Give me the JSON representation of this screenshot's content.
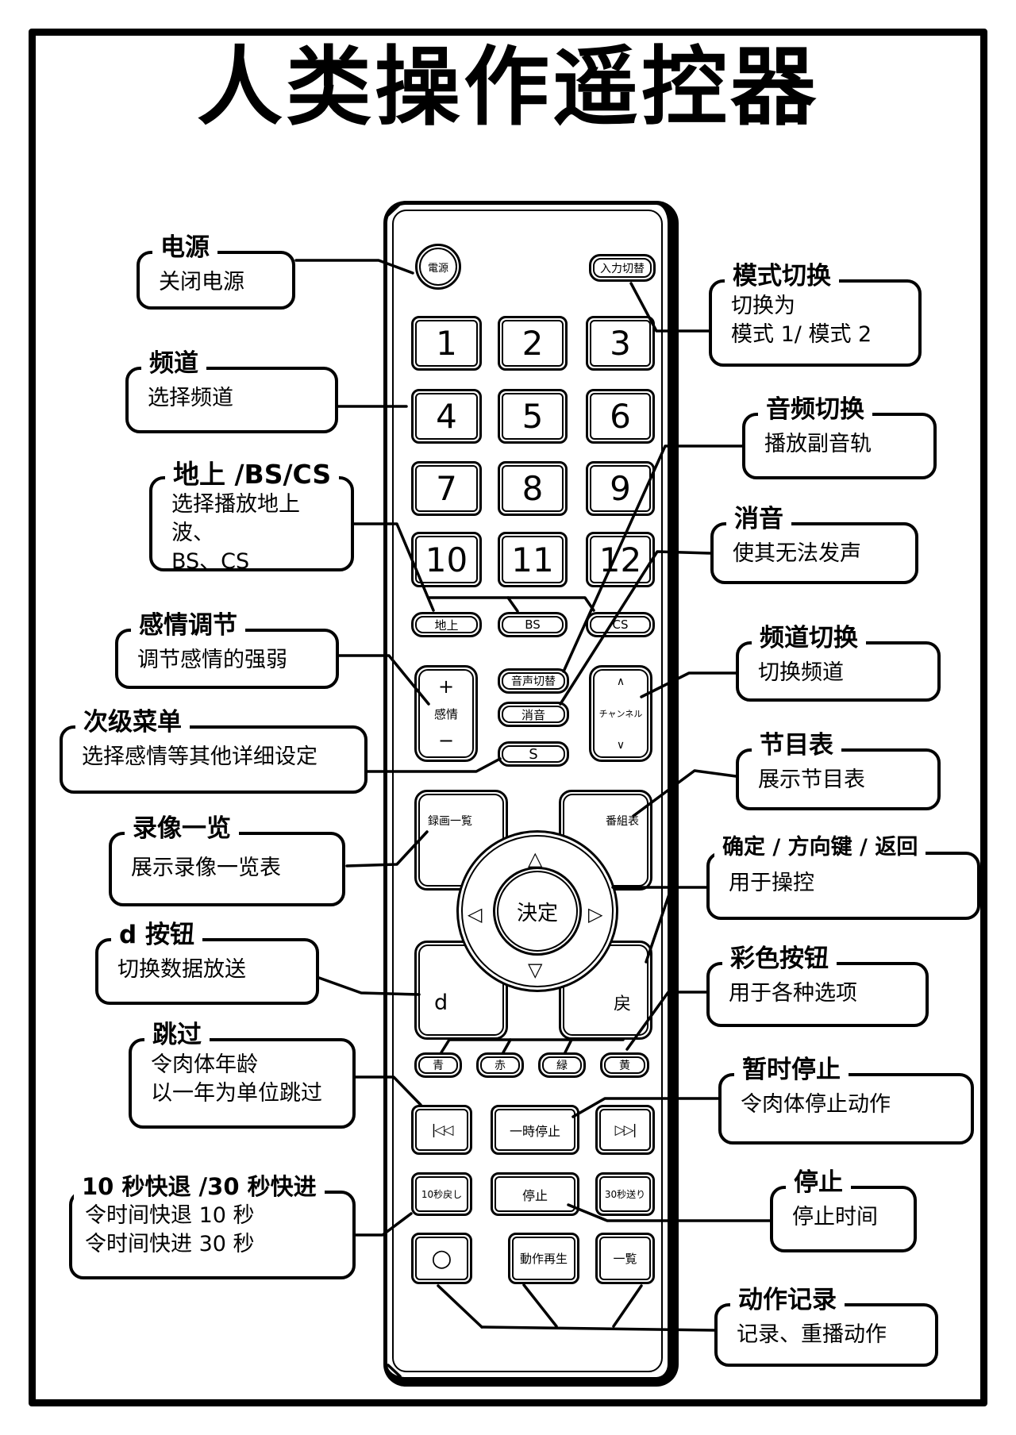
{
  "page_title": "人类操作遥控器",
  "remote": {
    "power": "電源",
    "input_switch": "入力切替",
    "numbers": [
      "1",
      "2",
      "3",
      "4",
      "5",
      "6",
      "7",
      "8",
      "9",
      "10",
      "11",
      "12"
    ],
    "bands": [
      "地上",
      "BS",
      "CS"
    ],
    "emotion": {
      "plus": "+",
      "label": "感情",
      "minus": "−"
    },
    "audio_switch": "音声切替",
    "mute": "消音",
    "s": "S",
    "channel": {
      "up": "∧",
      "label": "チャンネル",
      "down": "∨"
    },
    "rec_list": "録画一覧",
    "guide": "番組表",
    "ok": "決定",
    "arrows": {
      "up": "△",
      "down": "▽",
      "left": "◁",
      "right": "▷"
    },
    "d": "d",
    "back": "戻",
    "colors": [
      "青",
      "赤",
      "緑",
      "黄"
    ],
    "skip_back": "|◁◁",
    "pause": "一時停止",
    "skip_fwd": "▷▷|",
    "rew10": "10秒戻し",
    "stop": "停止",
    "fwd30": "30秒送り",
    "record": "○",
    "motion_play": "動作再生",
    "list": "一覧"
  },
  "callouts": {
    "power": {
      "title": "电源",
      "lines": [
        "关闭电源"
      ]
    },
    "channel_numbers": {
      "title": "频道",
      "lines": [
        "选择频道"
      ]
    },
    "band": {
      "title": "地上 /BS/CS",
      "lines": [
        "选择播放地上波、",
        "BS、CS"
      ]
    },
    "emotion": {
      "title": "感情调节",
      "lines": [
        "调节感情的强弱"
      ]
    },
    "submenu": {
      "title": "次级菜单",
      "lines": [
        "选择感情等其他详细设定"
      ]
    },
    "rec_list": {
      "title": "录像一览",
      "lines": [
        "展示录像一览表"
      ]
    },
    "d_button": {
      "title": "d 按钮",
      "lines": [
        "切换数据放送"
      ]
    },
    "skip": {
      "title": "跳过",
      "lines": [
        "令肉体年龄",
        "以一年为单位跳过"
      ]
    },
    "seek": {
      "title": "10 秒快退 /30 秒快进",
      "lines": [
        "令时间快退 10 秒",
        "令时间快进 30 秒"
      ]
    },
    "mode_switch": {
      "title": "模式切换",
      "lines": [
        "切换为",
        "模式 1/ 模式 2"
      ]
    },
    "audio_switch": {
      "title": "音频切换",
      "lines": [
        "播放副音轨"
      ]
    },
    "mute": {
      "title": "消音",
      "lines": [
        "使其无法发声"
      ]
    },
    "channel_switch": {
      "title": "频道切换",
      "lines": [
        "切换频道"
      ]
    },
    "guide": {
      "title": "节目表",
      "lines": [
        "展示节目表"
      ]
    },
    "ok_nav": {
      "title": "确定 / 方向键 / 返回",
      "lines": [
        "用于操控"
      ]
    },
    "color_buttons": {
      "title": "彩色按钮",
      "lines": [
        "用于各种选项"
      ]
    },
    "pause": {
      "title": "暂时停止",
      "lines": [
        "令肉体停止动作"
      ]
    },
    "stop": {
      "title": "停止",
      "lines": [
        "停止时间"
      ]
    },
    "motion_record": {
      "title": "动作记录",
      "lines": [
        "记录、重播动作"
      ]
    }
  }
}
